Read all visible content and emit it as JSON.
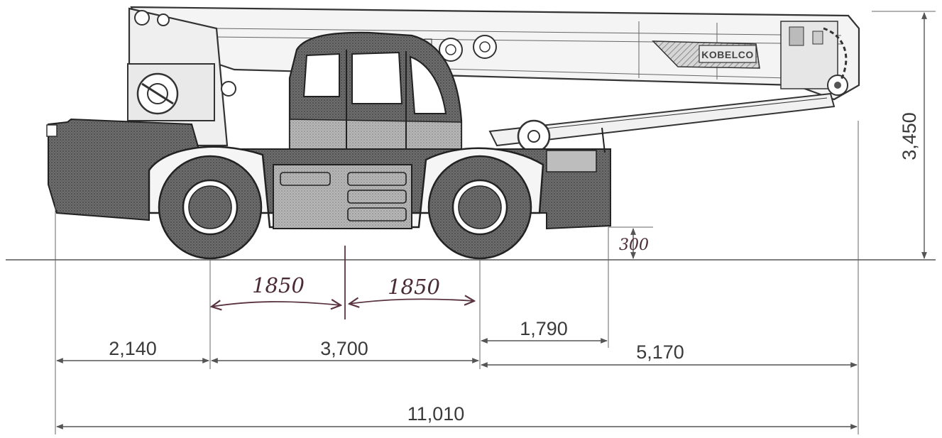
{
  "brand": {
    "boom_logo": "KOBELCO"
  },
  "colors": {
    "ink": "#333333",
    "shade_dark": "#6e6e6e",
    "shade_mid": "#a3a3a3",
    "shade_light": "#cfcfcf",
    "handwriting": "#5a3340"
  },
  "dimensions": {
    "front_overhang": "2,140",
    "wheelbase": "3,700",
    "rear_to_outrigger": "1,790",
    "boom_overhang": "5,170",
    "overall_length": "11,010",
    "overall_height": "3,450",
    "ground_clearance": "300",
    "half_wheelbase_left": "1850",
    "half_wheelbase_right": "1850"
  }
}
